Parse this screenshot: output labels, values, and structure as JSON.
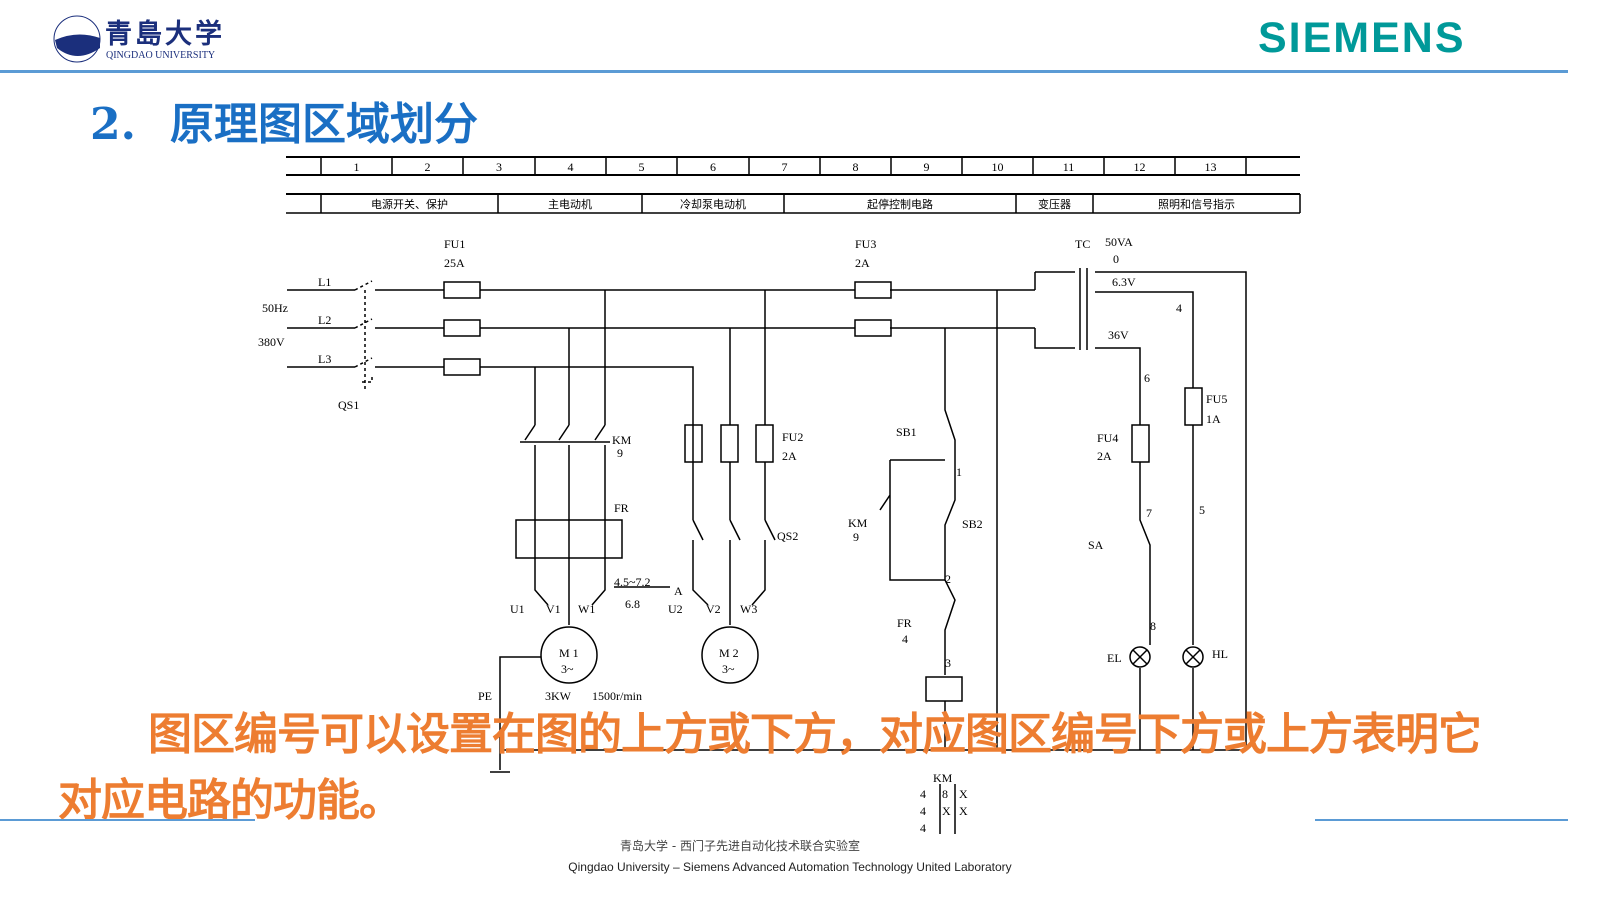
{
  "header": {
    "logo_cn": "青島大学",
    "logo_en": "QINGDAO UNIVERSITY",
    "brand": "SIEMENS"
  },
  "title": {
    "number": "2.",
    "text": "原理图区域划分"
  },
  "zones": {
    "numbers": [
      "1",
      "2",
      "3",
      "4",
      "5",
      "6",
      "7",
      "8",
      "9",
      "10",
      "11",
      "12",
      "13"
    ],
    "functions": [
      "电源开关、保护",
      "主电动机",
      "冷却泵电动机",
      "起停控制电路",
      "变压器",
      "照明和信号指示"
    ]
  },
  "labels": {
    "L1": "L1",
    "L2": "L2",
    "L3": "L3",
    "hz": "50Hz",
    "v380": "380V",
    "QS1": "QS1",
    "FU1": "FU1",
    "FU1a": "25A",
    "FU3": "FU3",
    "FU3a": "2A",
    "TC": "TC",
    "va": "50VA",
    "n0": "0",
    "v63": "6.3V",
    "v36": "36V",
    "n4": "4",
    "n6": "6",
    "KM": "KM",
    "KM9": "9",
    "FU2": "FU2",
    "FU2a": "2A",
    "FR": "FR",
    "QS2": "QS2",
    "SB1": "SB1",
    "SB2": "SB2",
    "n1": "1",
    "KMb": "KM",
    "KMb9": "9",
    "FU4": "FU4",
    "FU4a": "2A",
    "FU5": "FU5",
    "FU5a": "1A",
    "n7": "7",
    "n5": "5",
    "SA": "SA",
    "n8": "8",
    "EL": "EL",
    "HL": "HL",
    "U1": "U1",
    "V1": "V1",
    "W1": "W1",
    "U2": "U2",
    "V2": "V2",
    "W3": "W3",
    "range": "4.5~7.2",
    "A": "A",
    "set": "6.8",
    "M1": "M 1",
    "M1p": "3~",
    "M2": "M 2",
    "M2p": "3~",
    "kw": "3KW",
    "rpm": "1500r/min",
    "PE": "PE",
    "n2": "2",
    "n3": "3",
    "FRb": "FR",
    "FRb4": "4",
    "KMc": "KM",
    "c1": "4",
    "c2": "4",
    "c3": "4",
    "c8": "8",
    "cx": "X"
  },
  "overlay": "图区编号可以设置在图的上方或下方，对应图区编号下方或上方表明它对应电路的功能。",
  "footer": {
    "cn": "青岛大学 - 西门子先进自动化技术联合实验室",
    "en": "Qingdao University – Siemens Advanced Automation Technology United Laboratory"
  }
}
